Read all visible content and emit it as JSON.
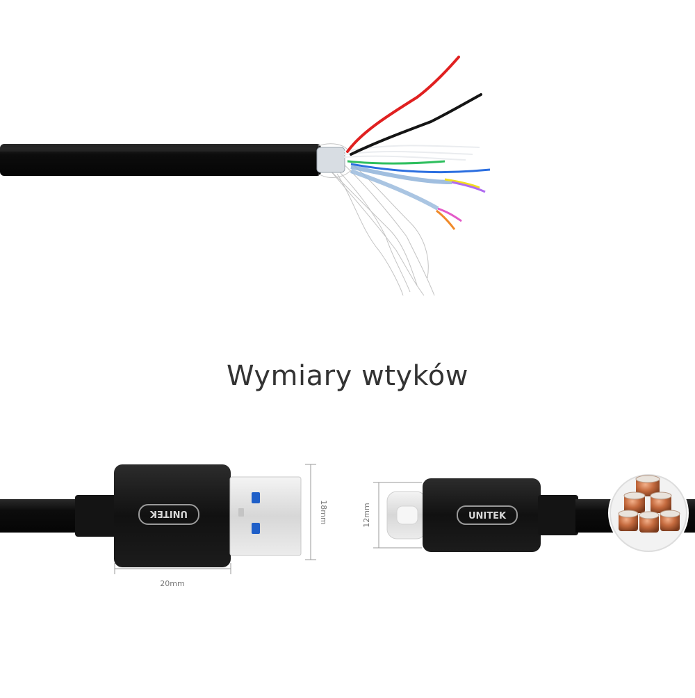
{
  "heading": "Wymiary wtyków",
  "brand": "UNITEK",
  "dimensions": {
    "usb_a_height": "18mm",
    "usb_a_length": "20mm",
    "usb_c_height": "12mm"
  },
  "colors": {
    "cable": "#0f0f0f",
    "dimension_lines": "#999999",
    "copper": "#c46a3e"
  }
}
